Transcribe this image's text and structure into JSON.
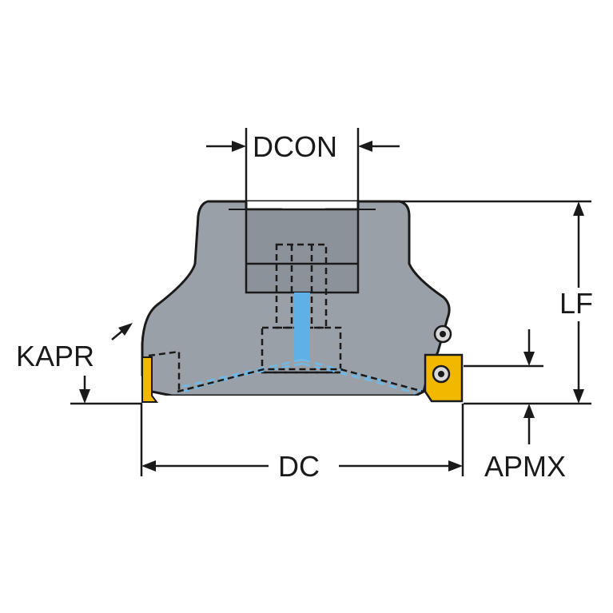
{
  "labels": {
    "dcon": "DCON",
    "lf": "LF",
    "kapr": "KAPR",
    "dc": "DC",
    "apmx": "APMX"
  },
  "colors": {
    "body": "#9aa0a7",
    "body_shade": "#7f858c",
    "outline": "#1a1a1a",
    "coolant": "#5fb0e6",
    "coolant_dash": "#6fb9e8",
    "insert": "#f2b800",
    "insert_dark": "#c99700",
    "screw": "#d8d8d8"
  }
}
